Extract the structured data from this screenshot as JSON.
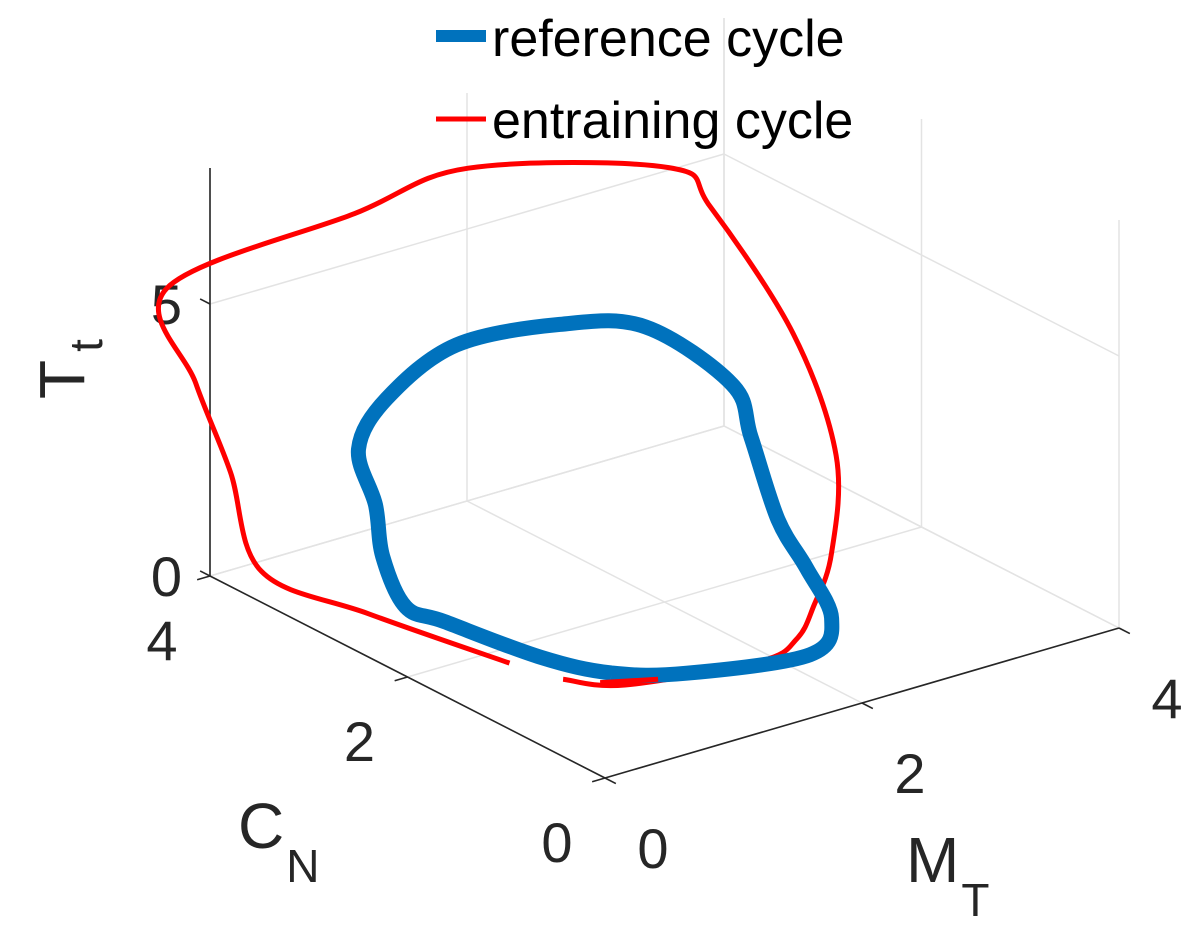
{
  "chart_data": {
    "type": "line",
    "projection": "3d",
    "axes": {
      "x": {
        "label": "M",
        "label_sub": "T",
        "ticks": [
          0,
          2,
          4
        ],
        "tick_labels": [
          "0",
          "2",
          "4"
        ],
        "lim": [
          0,
          4
        ]
      },
      "y": {
        "label": "C",
        "label_sub": "N",
        "ticks": [
          0,
          2,
          4
        ],
        "tick_labels": [
          "0",
          "2",
          "4"
        ],
        "lim": [
          0,
          4
        ]
      },
      "z": {
        "label": "T",
        "label_sub": "t",
        "ticks": [
          0,
          5
        ],
        "tick_labels": [
          "0",
          "5"
        ],
        "lim": [
          0,
          7.5
        ]
      }
    },
    "grid": true,
    "legend": {
      "position": "top"
    },
    "series": [
      {
        "name": "reference cycle",
        "color": "#0072BD",
        "points": [
          [
            1.05,
            1.3,
            0.0
          ],
          [
            1.42,
            1.02,
            0.0
          ],
          [
            2.21,
            0.8,
            0.0
          ],
          [
            2.67,
            1.18,
            0.0
          ],
          [
            3.03,
            1.9,
            0.0
          ],
          [
            3.36,
            2.62,
            0.0
          ],
          [
            3.45,
            3.01,
            1.09
          ],
          [
            3.41,
            3.15,
            1.96
          ],
          [
            2.99,
            3.48,
            3.0
          ],
          [
            2.3,
            3.45,
            3.55
          ],
          [
            1.64,
            3.64,
            3.45
          ],
          [
            1.1,
            3.64,
            2.84
          ],
          [
            0.91,
            3.68,
            2.0
          ],
          [
            0.85,
            3.43,
            1.25
          ],
          [
            0.76,
            3.24,
            0.54
          ],
          [
            0.67,
            2.89,
            0.0
          ],
          [
            0.72,
            2.56,
            0.0
          ],
          [
            0.85,
            1.76,
            0.0
          ],
          [
            1.05,
            1.3,
            0.0
          ]
        ]
      },
      {
        "name": "entraining cycle",
        "color": "#FF0000",
        "points": [
          [
            0.64,
            1.8,
            0.0
          ],
          [
            0.42,
            2.94,
            0.0
          ],
          [
            0.3,
            3.87,
            0.0
          ],
          [
            0.62,
            4.6,
            0.93
          ],
          [
            0.58,
            4.9,
            2.31
          ],
          [
            0.7,
            5.35,
            3.55
          ],
          [
            1.84,
            4.93,
            4.53
          ],
          [
            2.7,
            4.9,
            4.8
          ],
          [
            3.8,
            4.3,
            4.61
          ],
          [
            4.05,
            4.2,
            3.8
          ],
          [
            4.0,
            3.3,
            2.35
          ],
          [
            3.85,
            2.67,
            0.8
          ],
          [
            3.3,
            2.0,
            0.0
          ],
          [
            2.7,
            1.4,
            0.0
          ],
          [
            2.3,
            1.05,
            0.0
          ],
          [
            1.9,
            0.9,
            0.0
          ],
          [
            1.0,
            1.1,
            0.0
          ],
          [
            0.75,
            1.4,
            0.0
          ]
        ]
      }
    ]
  }
}
